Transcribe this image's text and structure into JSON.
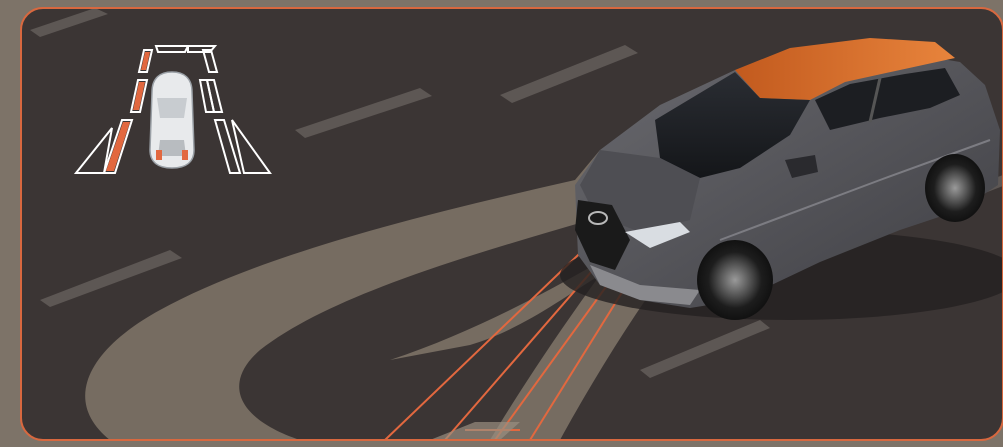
{
  "scene": {
    "subject": "car-lane-camera-illustration",
    "colors": {
      "outer_background": "#7d7368",
      "road": "#3b3534",
      "frame_border": "#d8683f",
      "lane_dash": "#5d5754",
      "light_beam": "#7a7064",
      "camera_lines": "#e2683f",
      "car_body": "#5a5a5e",
      "car_roof": "#d86a2a",
      "inset_outline": "#ffffff",
      "inset_highlight": "#e2683f"
    },
    "icons": [
      "lane-departure-icon",
      "vehicle-image",
      "camera-sight-lines"
    ]
  }
}
